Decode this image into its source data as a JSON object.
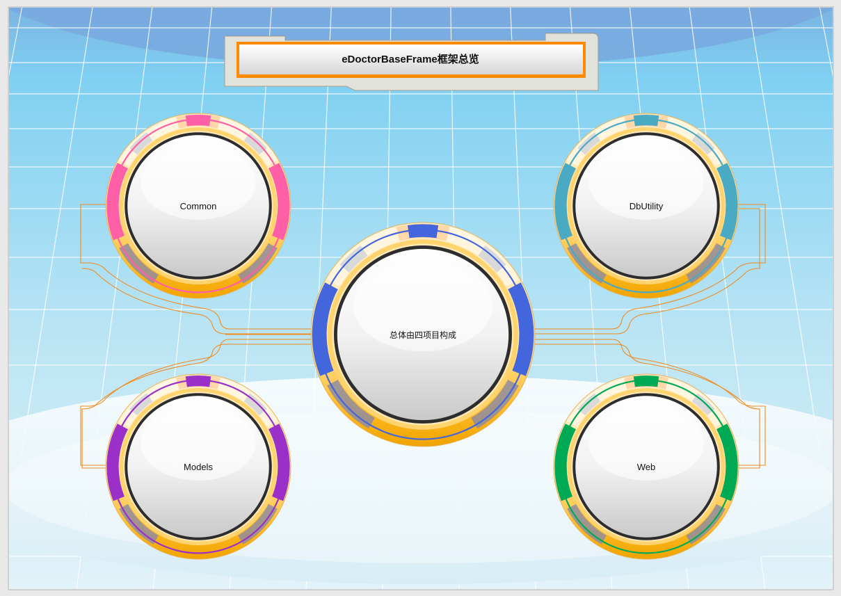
{
  "title": "eDoctorBaseFrame框架总览",
  "center": {
    "label": "总体由四项目构成",
    "color": "#4466dd"
  },
  "nodes": [
    {
      "id": "common",
      "label": "Common",
      "color": "#ff5fa6"
    },
    {
      "id": "dbutility",
      "label": "DbUtility",
      "color": "#4aaac4"
    },
    {
      "id": "models",
      "label": "Models",
      "color": "#9b30c8"
    },
    {
      "id": "web",
      "label": "Web",
      "color": "#00aa55"
    }
  ],
  "colors": {
    "sky_top": "#7eb3e0",
    "sky_mid": "#86d3f2",
    "floor": "#e6f3f8",
    "ring_gold": "#ffb000",
    "ring_cream": "#ffe9b8",
    "connector": "#f08a1c",
    "title_border": "#ff8a00"
  }
}
